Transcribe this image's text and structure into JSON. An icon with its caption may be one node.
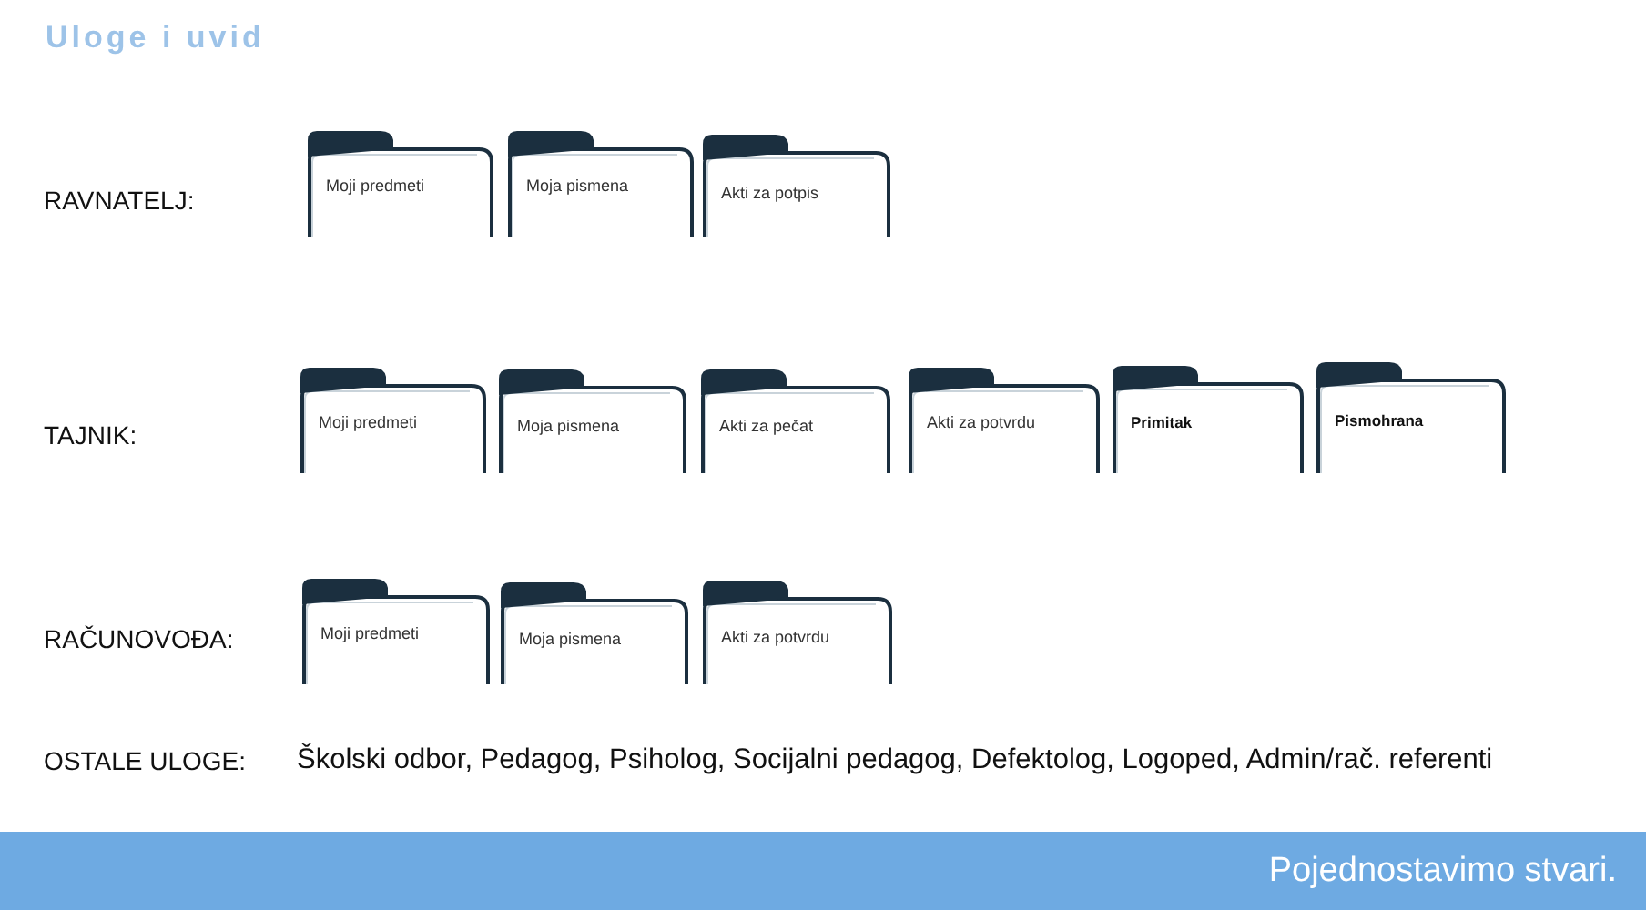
{
  "diagram": {
    "title": "Uloge i uvid",
    "nodes": [
      {
        "text": [
          "Moji predmeti"
        ]
      },
      {
        "text": [
          "Moja pismena"
        ]
      },
      {
        "text": [
          "Akti za potpis"
        ]
      },
      {
        "text": [
          "Moji predmeti"
        ]
      },
      {
        "text": [
          "Moja pismena"
        ]
      },
      {
        "text": [
          "Akti za pečat"
        ]
      },
      {
        "text": [
          "Akti za potvrdu"
        ]
      },
      {
        "text": [
          "Primitak"
        ]
      },
      {
        "text": [
          "Pismohrana"
        ]
      },
      {
        "text": [
          "Moji predmeti"
        ]
      },
      {
        "text": [
          "Moja pismena"
        ]
      },
      {
        "text": [
          "Akti za potvrdu"
        ]
      }
    ],
    "labels": [
      "RAVNATELJ:",
      "TAJNIK:",
      "RAČUNOVOĐA:",
      "OSTALE ULOGE:",
      "Školski odbor, Pedagog, Psiholog, Socijalni pedagog, Defektolog, Logoped, Admin/rač. referenti",
      "Pojednostavimo stvari."
    ]
  }
}
